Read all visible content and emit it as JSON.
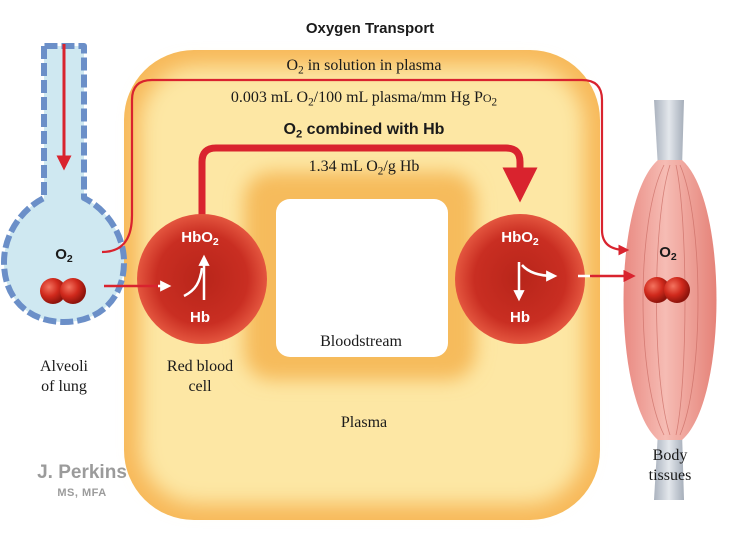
{
  "title": "Oxygen Transport",
  "plasma_path": {
    "label_prefix": "O",
    "label_sub": "2",
    "label_suffix": " in solution in plasma",
    "rate_a": "0.003 mL O",
    "rate_a_sub": "2",
    "rate_b": "/100 mL plasma/mm Hg P",
    "rate_b_small": "O",
    "rate_b_sub": "2"
  },
  "hb_path": {
    "label_prefix": "O",
    "label_sub": "2",
    "label_suffix": " combined with Hb",
    "rate_a": "1.34 mL O",
    "rate_a_sub": "2",
    "rate_b": "/g Hb"
  },
  "left_cell": {
    "top_prefix": "HbO",
    "top_sub": "2",
    "bottom": "Hb"
  },
  "right_cell": {
    "top_prefix": "HbO",
    "top_sub": "2",
    "bottom": "Hb"
  },
  "alveoli_o2": {
    "prefix": "O",
    "sub": "2"
  },
  "tissue_o2": {
    "prefix": "O",
    "sub": "2"
  },
  "labels": {
    "alveoli_line1": "Alveoli",
    "alveoli_line2": "of lung",
    "rbc_line1": "Red blood",
    "rbc_line2": "cell",
    "bloodstream": "Bloodstream",
    "plasma": "Plasma",
    "tissues_line1": "Body",
    "tissues_line2": "tissues"
  },
  "signature": {
    "name": "J. Perkins",
    "credentials": "MS, MFA"
  },
  "colors": {
    "arrow_red": "#d9232e",
    "rbc_red": "#c62a1e",
    "plasma_core": "#fde7a4",
    "plasma_glow": "#f7b95a",
    "alveoli_fill": "#cfe8f1",
    "alveoli_border": "#6b8fc8",
    "muscle": "#ec9a92",
    "tendon": "#c9cfd8"
  }
}
